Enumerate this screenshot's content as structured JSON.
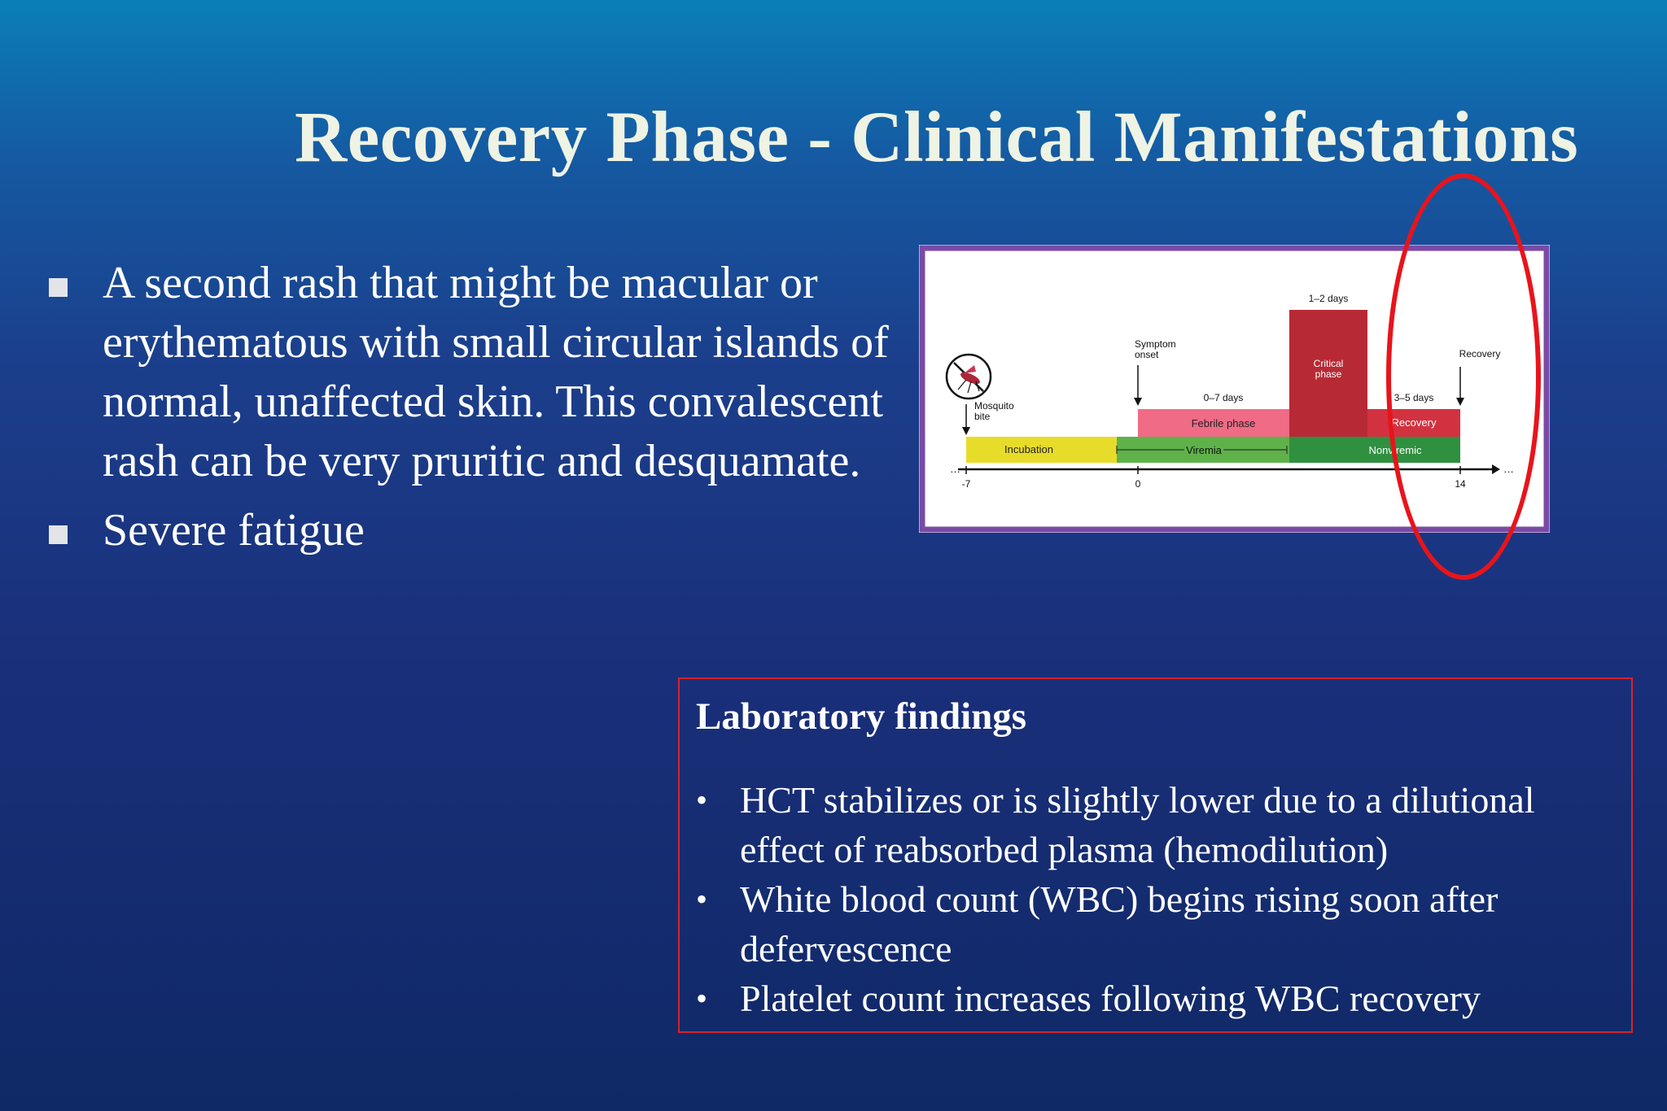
{
  "slide": {
    "title": "Recovery Phase - Clinical Manifestations",
    "bullets": [
      "A second rash that might be macular or erythematous with small circular islands of normal, unaffected skin. This convalescent rash can be very pruritic and desquamate.",
      "Severe fatigue"
    ]
  },
  "figure": {
    "labels": {
      "mosquito": "Mosquito\nbite",
      "symptom": "Symptom\nonset",
      "recovery_top": "Recovery",
      "days_critical": "1–2 days",
      "critical": "Critical\nphase",
      "days_febrile": "0–7 days",
      "febrile": "Febrile phase",
      "days_recovery": "3–5 days",
      "recovery_bar": "Recovery",
      "incubation": "Incubation",
      "viremia": "Viremia",
      "nonviremic": "Nonviremic"
    },
    "ticks": [
      "-7",
      "0",
      "14"
    ],
    "colors": {
      "incubation": "#e8dc2a",
      "viremia": "#5fb24a",
      "nonviremic": "#2f9040",
      "febrile": "#ef6b86",
      "critical": "#b72a35",
      "recovery": "#d23240",
      "border": "#7a4aa5",
      "callout": "#e8141b"
    }
  },
  "lab": {
    "title": "Laboratory findings",
    "items": [
      "HCT stabilizes or is slightly lower due to a dilutional effect of reabsorbed plasma (hemodilution)",
      "White blood count (WBC) begins rising soon after defervescence",
      "Platelet count increases following WBC recovery"
    ]
  }
}
